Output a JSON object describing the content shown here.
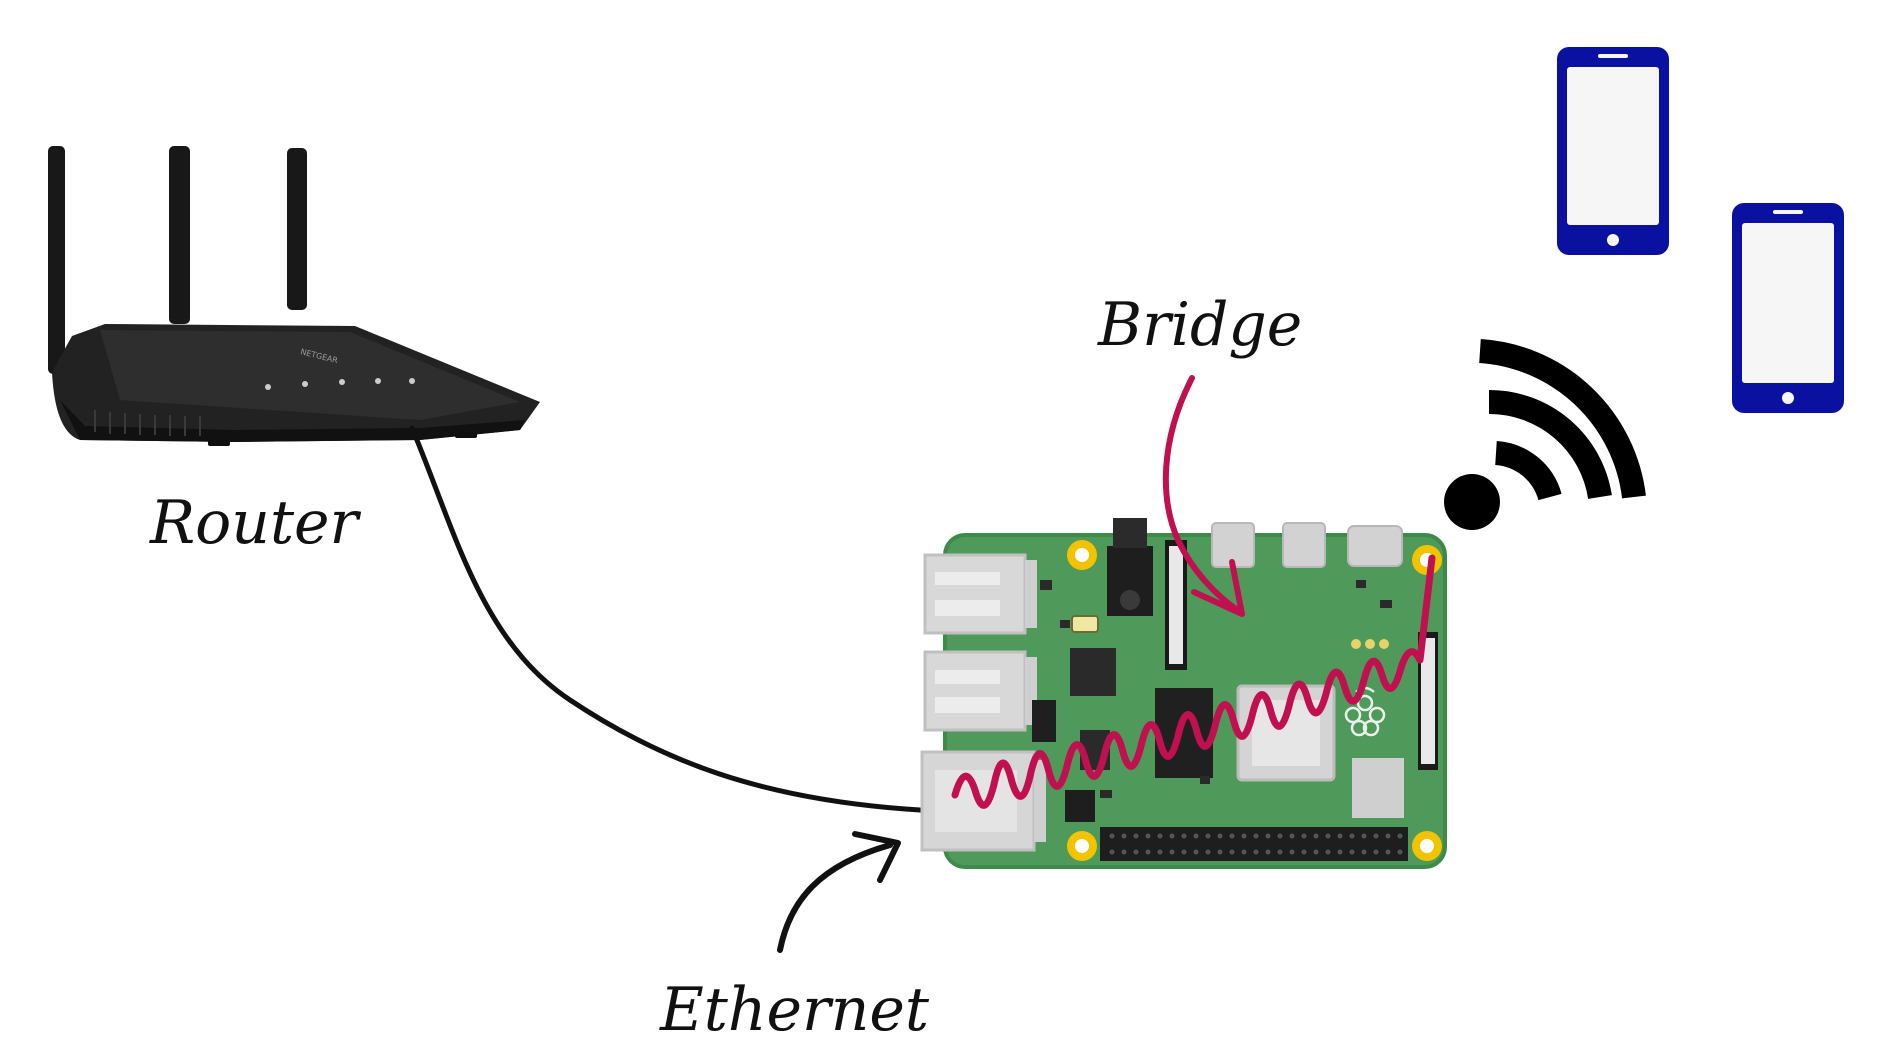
{
  "labels": {
    "router": "Router",
    "bridge": "Bridge",
    "ethernet": "Ethernet"
  },
  "router": {
    "brand": "NETGEAR"
  },
  "colors": {
    "background": "#ffffff",
    "ink": "#111111",
    "bridge_path": "#c0104f",
    "phone_frame": "#0a10a0",
    "phone_screen": "#f6f6f6",
    "board_green": "#4f9a5a",
    "board_edge": "#3e8a4a",
    "mount_hole": "#f2c400"
  },
  "icons": [
    "router-image",
    "raspberry-pi-board",
    "wifi-signal-icon",
    "smartphone-icon",
    "smartphone-icon",
    "raspberry-logo-icon"
  ]
}
